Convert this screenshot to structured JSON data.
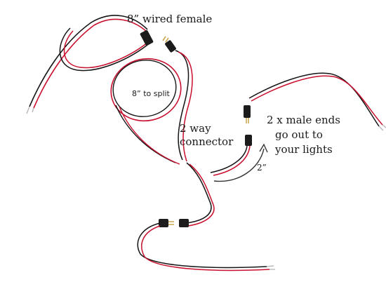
{
  "labels": {
    "wired_female": "8” wired female",
    "to_split": "8” to split",
    "two_way": "2 way",
    "connector": "connector",
    "male_ends": "2 x male ends",
    "go_out_to": "go out to",
    "your_lights": "your lights",
    "two_inch": "2”"
  },
  "colors": {
    "background": "#ffffff",
    "red_wire": "#c8102e",
    "black_wire": "#151515",
    "connector_body": "#1c1c1c",
    "pin": "#c9a64a",
    "bare_wire": "#b8b8b8"
  }
}
